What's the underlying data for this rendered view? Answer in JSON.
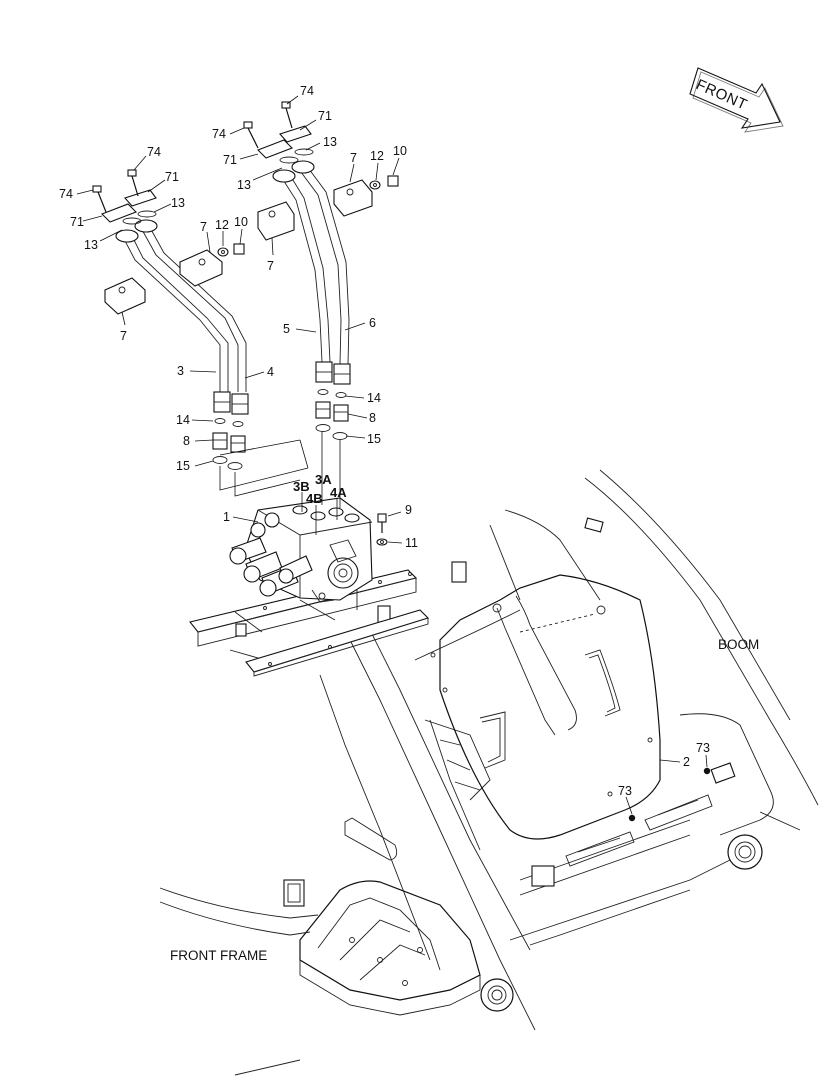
{
  "labels": {
    "front_arrow": "FRONT",
    "boom": "BOOM",
    "front_frame": "FRONT FRAME"
  },
  "ports": {
    "p3b": "3B",
    "p3a": "3A",
    "p4b": "4B",
    "p4a": "4A"
  },
  "callouts": [
    {
      "id": "c1",
      "text": "74"
    },
    {
      "id": "c2",
      "text": "71"
    },
    {
      "id": "c3",
      "text": "74"
    },
    {
      "id": "c4",
      "text": "71"
    },
    {
      "id": "c5",
      "text": "13"
    },
    {
      "id": "c6",
      "text": "13"
    },
    {
      "id": "c7",
      "text": "7"
    },
    {
      "id": "c8",
      "text": "12"
    },
    {
      "id": "c9",
      "text": "10"
    },
    {
      "id": "c10",
      "text": "7"
    },
    {
      "id": "c11",
      "text": "74"
    },
    {
      "id": "c12",
      "text": "71"
    },
    {
      "id": "c13",
      "text": "74"
    },
    {
      "id": "c14",
      "text": "71"
    },
    {
      "id": "c15",
      "text": "13"
    },
    {
      "id": "c16",
      "text": "13"
    },
    {
      "id": "c17",
      "text": "7"
    },
    {
      "id": "c18",
      "text": "12"
    },
    {
      "id": "c19",
      "text": "10"
    },
    {
      "id": "c20",
      "text": "7"
    },
    {
      "id": "c21",
      "text": "5"
    },
    {
      "id": "c22",
      "text": "6"
    },
    {
      "id": "c23",
      "text": "3"
    },
    {
      "id": "c24",
      "text": "4"
    },
    {
      "id": "c25",
      "text": "14"
    },
    {
      "id": "c26",
      "text": "8"
    },
    {
      "id": "c27",
      "text": "15"
    },
    {
      "id": "c28",
      "text": "14"
    },
    {
      "id": "c29",
      "text": "8"
    },
    {
      "id": "c30",
      "text": "15"
    },
    {
      "id": "c31",
      "text": "1"
    },
    {
      "id": "c32",
      "text": "9"
    },
    {
      "id": "c33",
      "text": "11"
    },
    {
      "id": "c34",
      "text": "73"
    },
    {
      "id": "c35",
      "text": "2"
    },
    {
      "id": "c36",
      "text": "73"
    }
  ]
}
